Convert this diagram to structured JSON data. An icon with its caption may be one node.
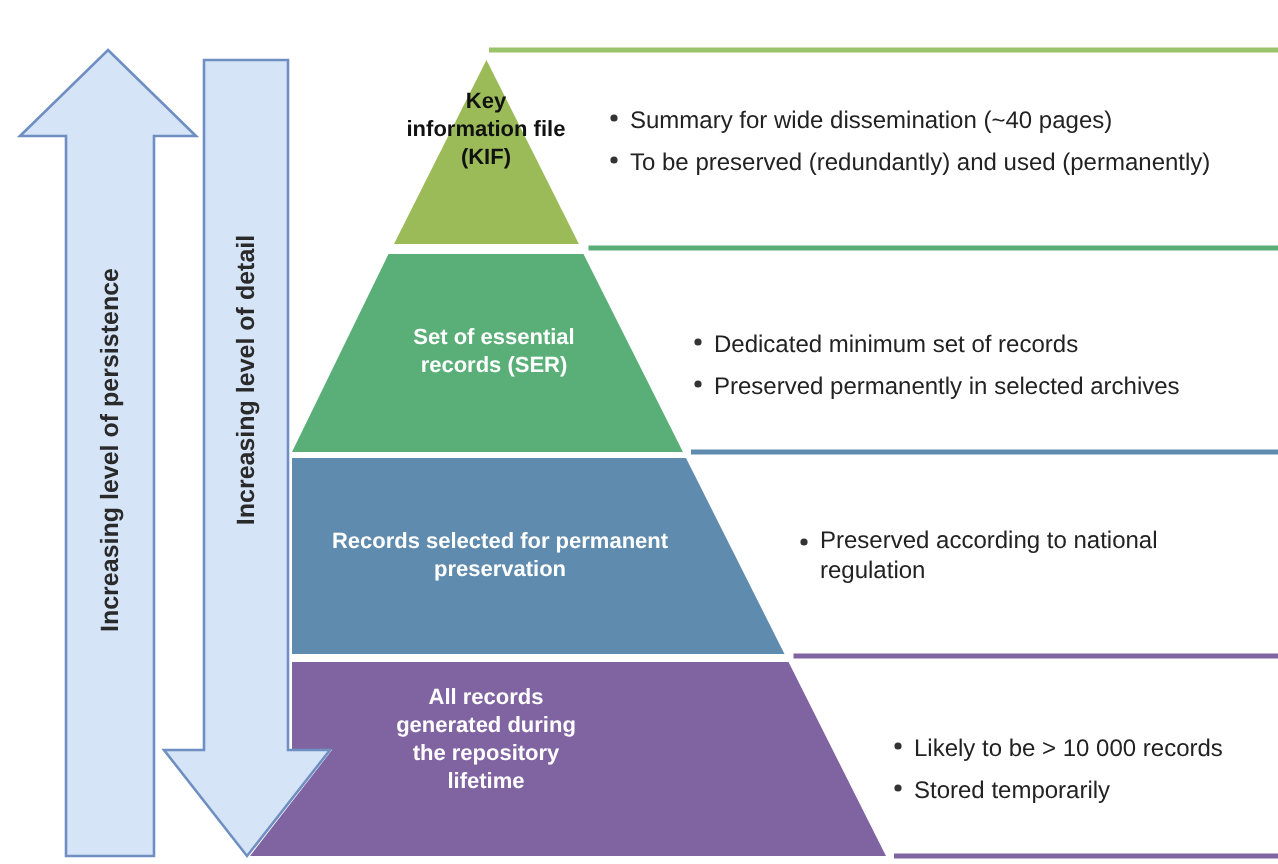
{
  "diagram": {
    "nodes": [
      {
        "text": [
          "Key information file (KIF)"
        ],
        "beside": [
          "Summary for wide dissemination (~40 pages)",
          "To be preserved (redundantly) and used (permanently)"
        ]
      },
      {
        "text": [
          "Set of essential records (SER)"
        ],
        "beside": [
          "Dedicated minimum set of records",
          "Preserved permanently in selected archives"
        ]
      },
      {
        "text": [
          "Records selected for permanent preservation"
        ],
        "beside": [
          "Preserved according to national regulation"
        ]
      },
      {
        "text": [
          "All records generated during the repository lifetime"
        ],
        "beside": [
          "Likely to be  > 10 000 records",
          "Stored temporarily"
        ]
      }
    ],
    "labels": [
      "Increasing level of persistence",
      "Increasing level of detail"
    ]
  }
}
